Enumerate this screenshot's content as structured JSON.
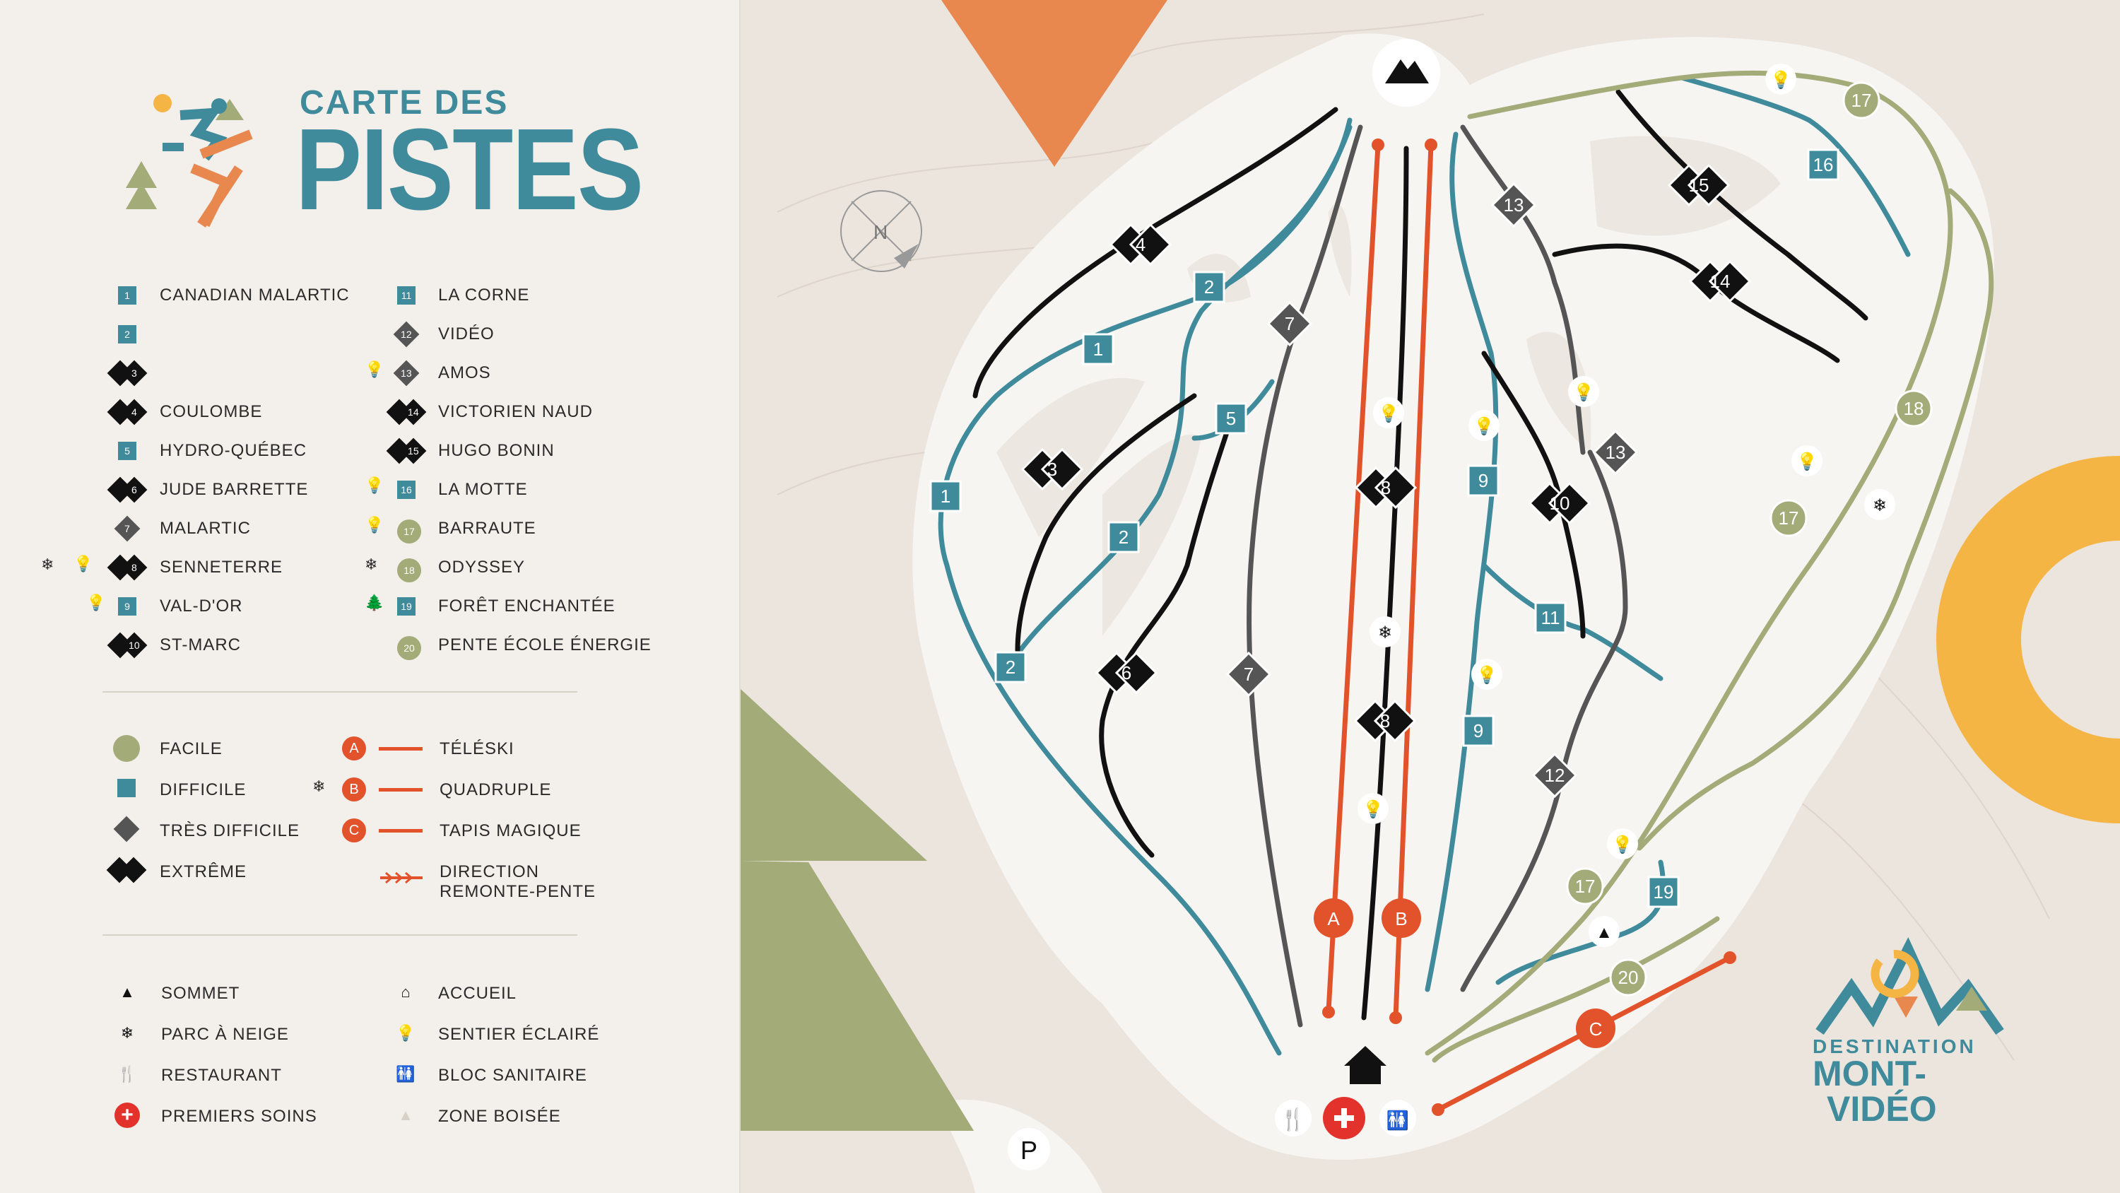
{
  "title": {
    "small": "CARTE DES",
    "big": "PISTES"
  },
  "trails_left": [
    {
      "num": "1",
      "shape": "square",
      "name": "CANADIAN MALARTIC"
    },
    {
      "num": "2",
      "shape": "square",
      "name": ""
    },
    {
      "num": "3",
      "shape": "double-diamond",
      "name": ""
    },
    {
      "num": "4",
      "shape": "double-diamond",
      "name": "COULOMBE"
    },
    {
      "num": "5",
      "shape": "square",
      "name": "HYDRO-QUÉBEC"
    },
    {
      "num": "6",
      "shape": "double-diamond",
      "name": "JUDE BARRETTE"
    },
    {
      "num": "7",
      "shape": "diamond",
      "name": "MALARTIC"
    },
    {
      "num": "8",
      "shape": "double-diamond",
      "name": "SENNETERRE"
    },
    {
      "num": "9",
      "shape": "square",
      "name": "VAL-D'OR"
    },
    {
      "num": "10",
      "shape": "double-diamond",
      "name": "ST-MARC"
    }
  ],
  "trails_right": [
    {
      "num": "11",
      "shape": "square",
      "name": "LA CORNE"
    },
    {
      "num": "12",
      "shape": "diamond",
      "name": "VIDÉO"
    },
    {
      "num": "13",
      "shape": "diamond",
      "name": "AMOS"
    },
    {
      "num": "14",
      "shape": "double-diamond",
      "name": "VICTORIEN NAUD"
    },
    {
      "num": "15",
      "shape": "double-diamond",
      "name": "HUGO BONIN"
    },
    {
      "num": "16",
      "shape": "square",
      "name": "LA MOTTE"
    },
    {
      "num": "17",
      "shape": "circle",
      "name": "BARRAUTE"
    },
    {
      "num": "18",
      "shape": "circle",
      "name": "ODYSSEY"
    },
    {
      "num": "19",
      "shape": "square",
      "name": "FORÊT ENCHANTÉE"
    },
    {
      "num": "20",
      "shape": "circle",
      "name": "PENTE ÉCOLE ÉNERGIE"
    }
  ],
  "difficulty": [
    {
      "shape": "circle",
      "name": "FACILE"
    },
    {
      "shape": "square",
      "name": "DIFFICILE"
    },
    {
      "shape": "diamond",
      "name": "TRÈS DIFFICILE"
    },
    {
      "shape": "double-diamond",
      "name": "EXTRÊME"
    }
  ],
  "lifts": [
    {
      "letter": "A",
      "name": "TÉLÉSKI"
    },
    {
      "letter": "B",
      "name": "QUADRUPLE"
    },
    {
      "letter": "C",
      "name": "TAPIS MAGIQUE"
    }
  ],
  "lift_direction": {
    "line1": "DIRECTION",
    "line2": "REMONTE-PENTE"
  },
  "services_left": [
    {
      "icon": "summit-icon",
      "name": "SOMMET"
    },
    {
      "icon": "snowpark-icon",
      "name": "PARC À NEIGE"
    },
    {
      "icon": "restaurant-icon",
      "name": "RESTAURANT"
    },
    {
      "icon": "first-aid-icon",
      "name": "PREMIERS SOINS"
    }
  ],
  "services_right": [
    {
      "icon": "home-icon",
      "name": "ACCUEIL"
    },
    {
      "icon": "lightbulb-icon",
      "name": "SENTIER ÉCLAIRÉ"
    },
    {
      "icon": "restroom-icon",
      "name": "BLOC SANITAIRE"
    },
    {
      "icon": "tree-icon",
      "name": "ZONE BOISÉE"
    }
  ],
  "map": {
    "compass": "N",
    "parking": "P",
    "brand": {
      "line1": "DESTINATION",
      "line2": "MONT-",
      "line3": "VIDÉO"
    }
  },
  "colors": {
    "facile": "#a3ab78",
    "difficile": "#3f8b9c",
    "tres_difficile": "#555555",
    "extreme": "#111111",
    "lift": "#e2522b",
    "orange": "#e8884f",
    "yellow": "#f5b545",
    "olive": "#a3ab78",
    "background": "#f3efea"
  }
}
